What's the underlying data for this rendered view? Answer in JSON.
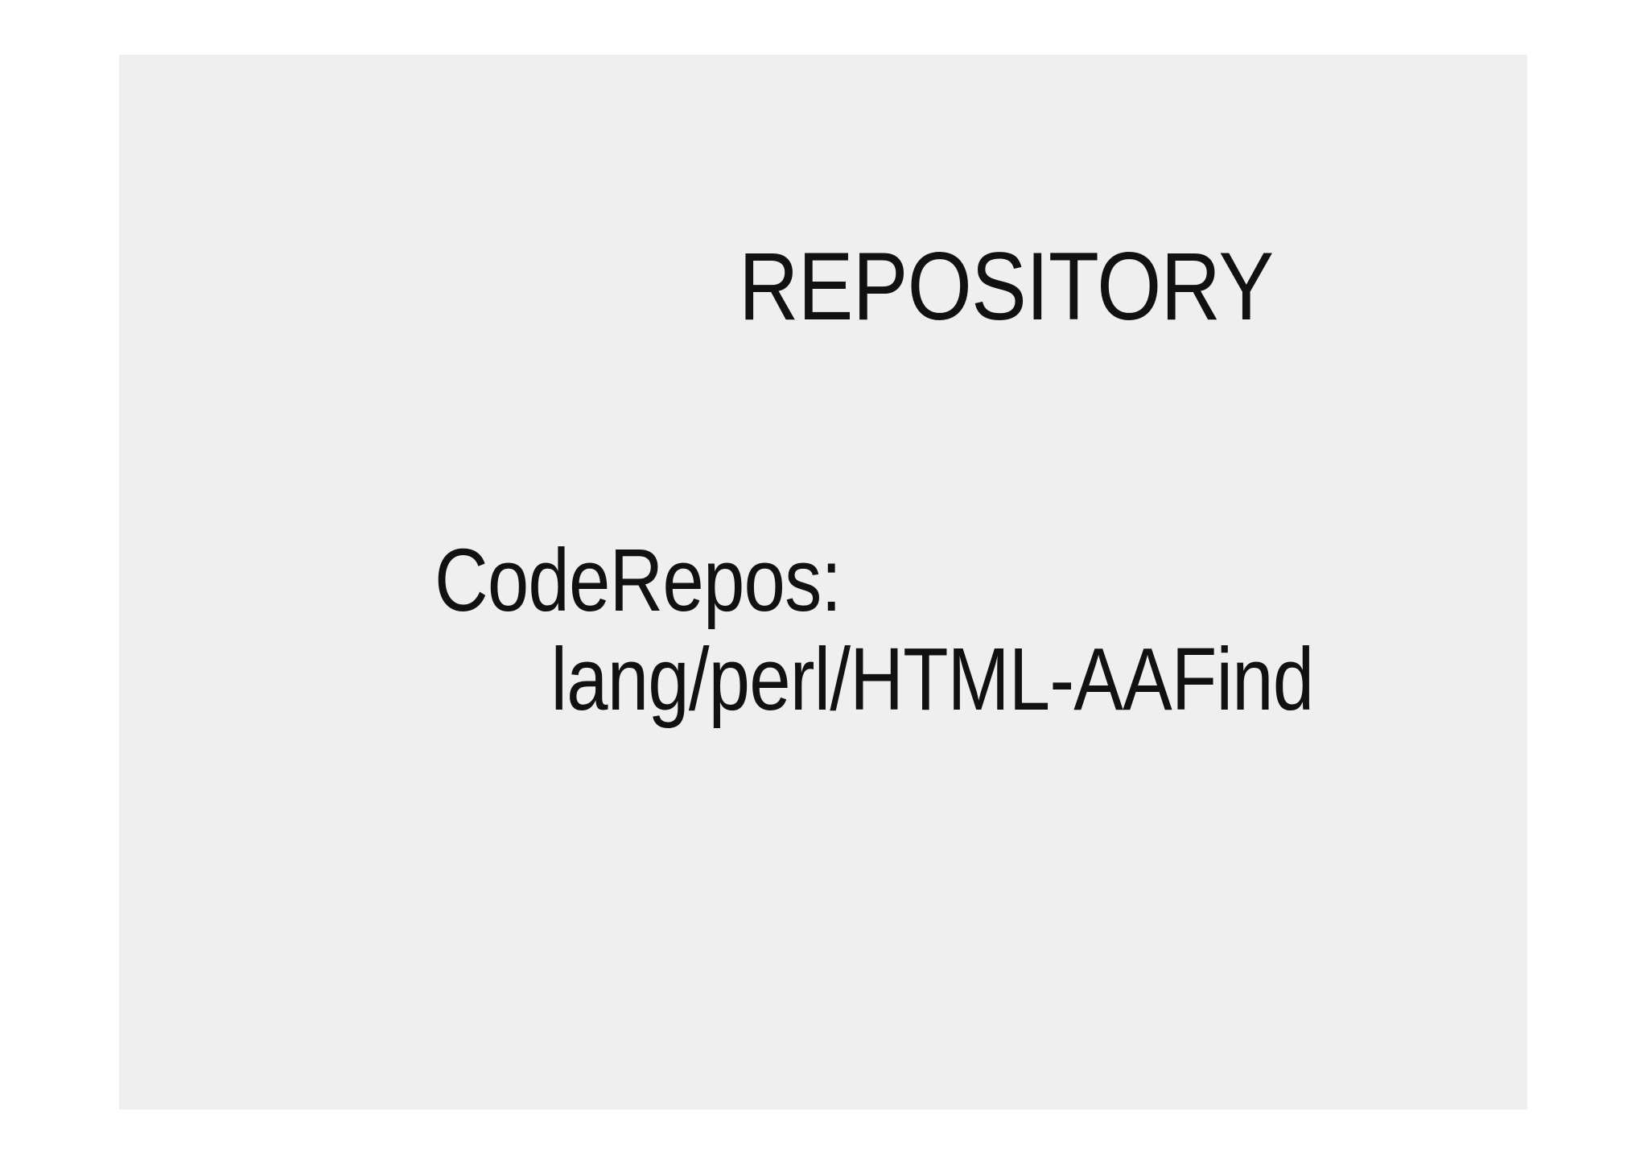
{
  "slide": {
    "title": "REPOSITORY",
    "background_color": "#ffffff",
    "panel_color": "#efefef",
    "text_color": "#111111",
    "body": {
      "lines": [
        {
          "text": "CodeRepos:",
          "indent": 0
        },
        {
          "text": "lang/perl/HTML-AAFind",
          "indent": 1
        }
      ]
    }
  }
}
